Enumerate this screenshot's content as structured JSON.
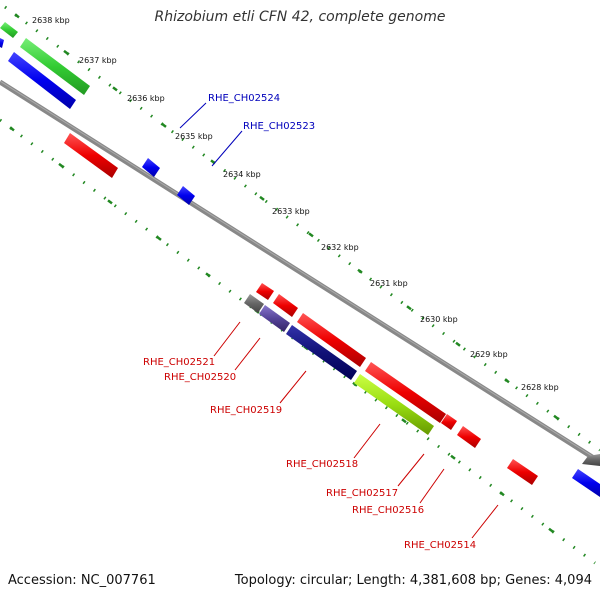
{
  "title": "Rhizobium etli CFN 42, complete genome",
  "footer": {
    "accession": "Accession: NC_007761",
    "summary": "Topology: circular; Length: 4,381,608 bp; Genes: 4,094"
  },
  "colors": {
    "forward_label": "#0000bb",
    "reverse_label": "#cc0000",
    "backbone": "#888888",
    "tick": "#228822"
  },
  "kbp_ticks": [
    "2638 kbp",
    "2637 kbp",
    "2636 kbp",
    "2635 kbp",
    "2634 kbp",
    "2633 kbp",
    "2632 kbp",
    "2631 kbp",
    "2630 kbp",
    "2629 kbp",
    "2628 kbp"
  ],
  "forward_labels": [
    "RHE_CH02524",
    "RHE_CH02523"
  ],
  "reverse_labels": [
    "RHE_CH02521",
    "RHE_CH02520",
    "RHE_CH02519",
    "RHE_CH02518",
    "RHE_CH02517",
    "RHE_CH02516",
    "RHE_CH02514"
  ]
}
